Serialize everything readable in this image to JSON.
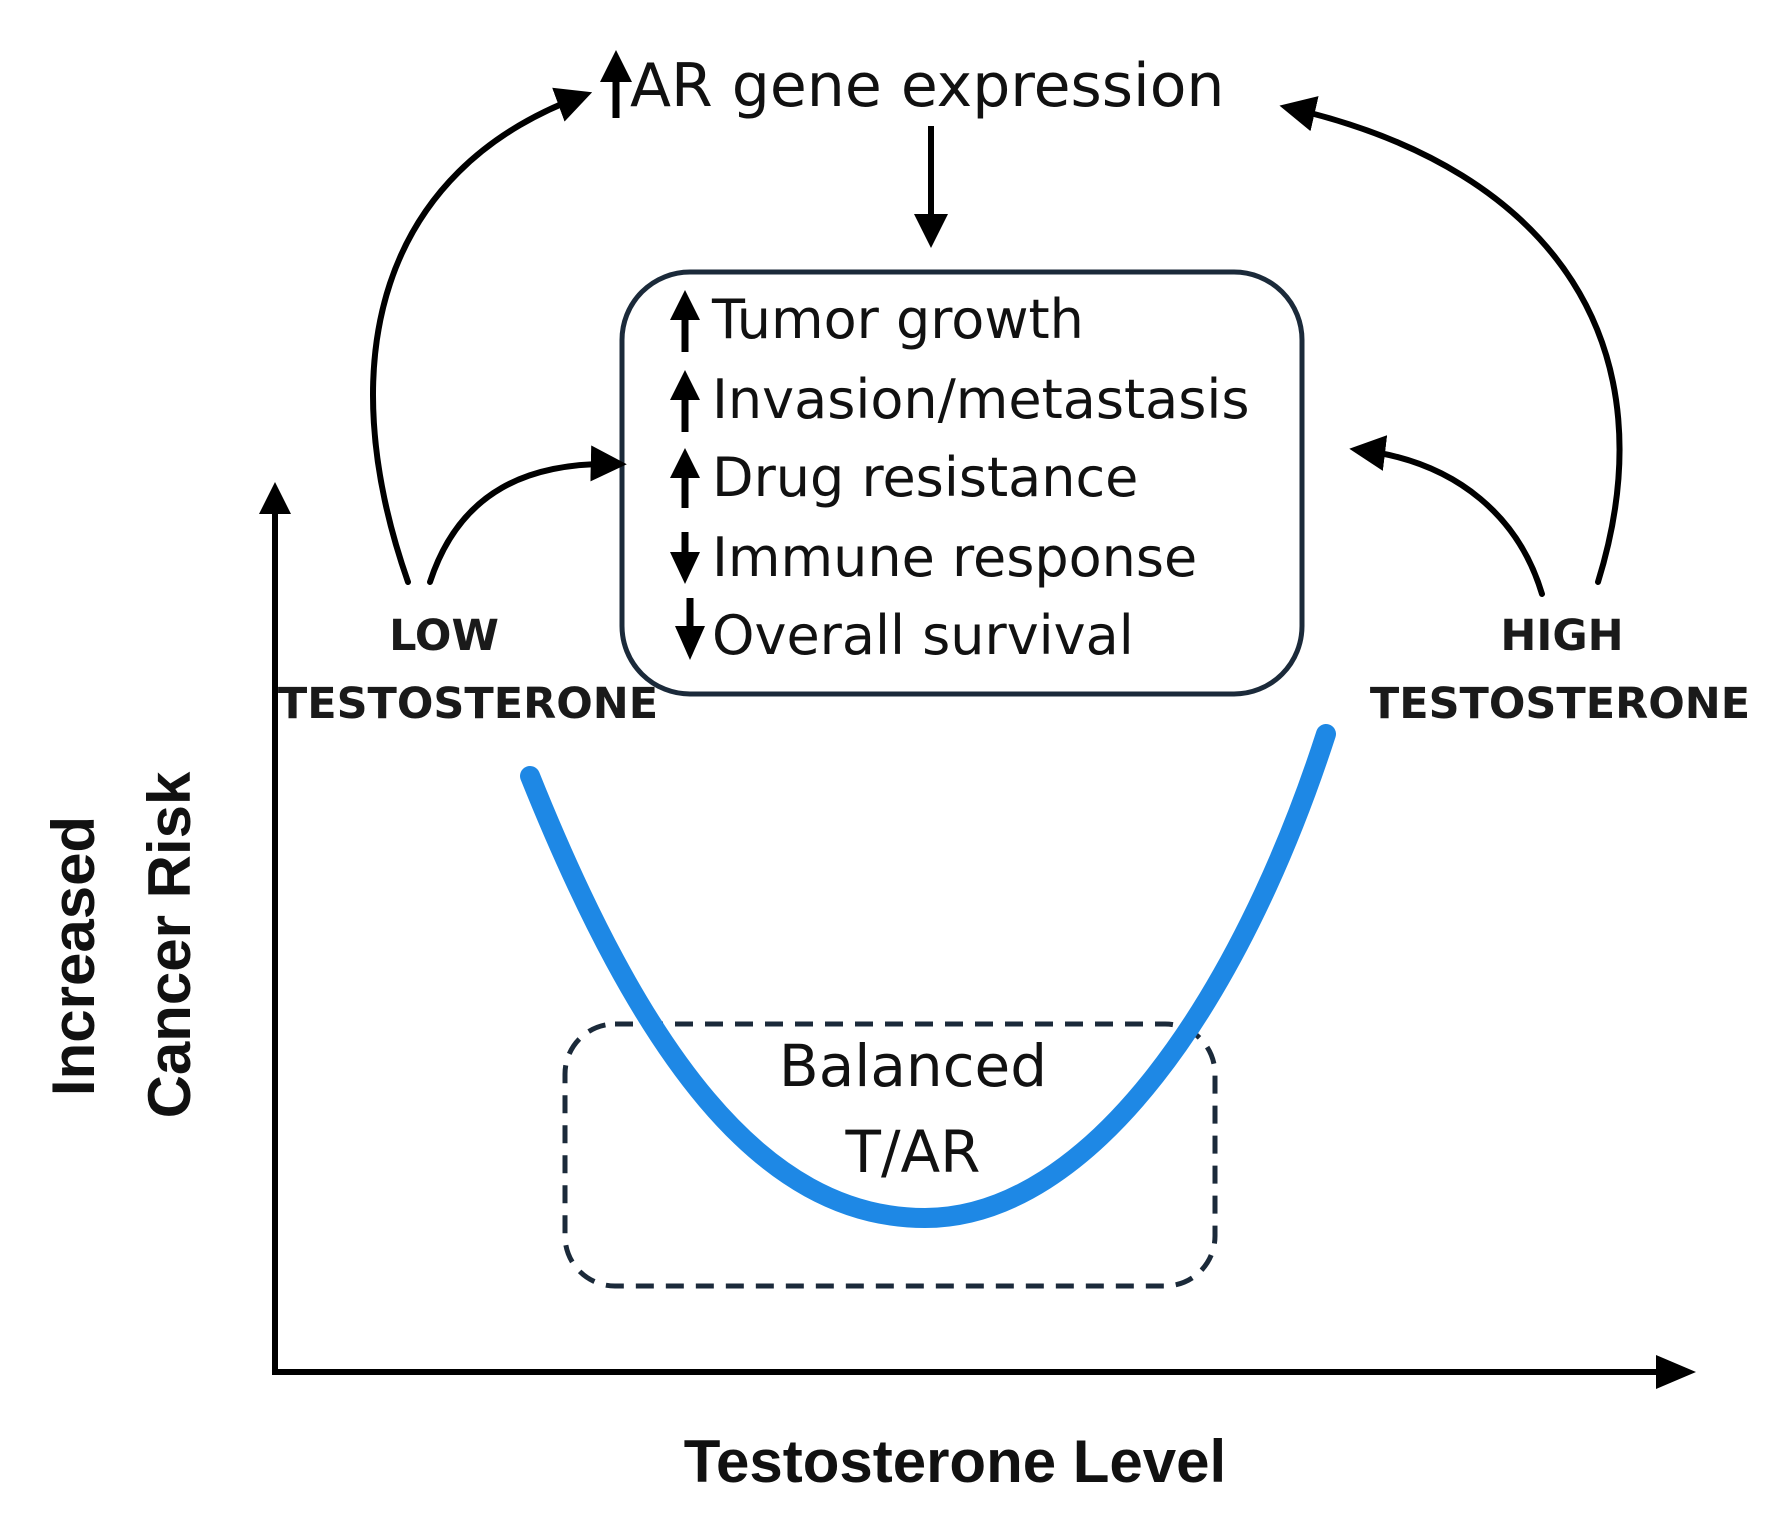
{
  "top": {
    "label": "AR gene  expression"
  },
  "effects": [
    {
      "direction": "up",
      "label": "Tumor growth"
    },
    {
      "direction": "up",
      "label": "Invasion/metastasis"
    },
    {
      "direction": "up",
      "label": "Drug resistance"
    },
    {
      "direction": "down",
      "label": "Immune response"
    },
    {
      "direction": "down",
      "label": "Overall survival"
    }
  ],
  "low": {
    "line1": "LOW",
    "line2": "TESTOSTERONE"
  },
  "high": {
    "line1": "HIGH",
    "line2": "TESTOSTERONE"
  },
  "balanced": {
    "line1": "Balanced",
    "line2": "T/AR"
  },
  "axes": {
    "y_line1": "Increased",
    "y_line2": "Cancer Risk",
    "x_label": "Testosterone Level"
  },
  "colors": {
    "curve": "#1e88e5",
    "ink": "#000000",
    "box_border": "#1b2a3a"
  }
}
